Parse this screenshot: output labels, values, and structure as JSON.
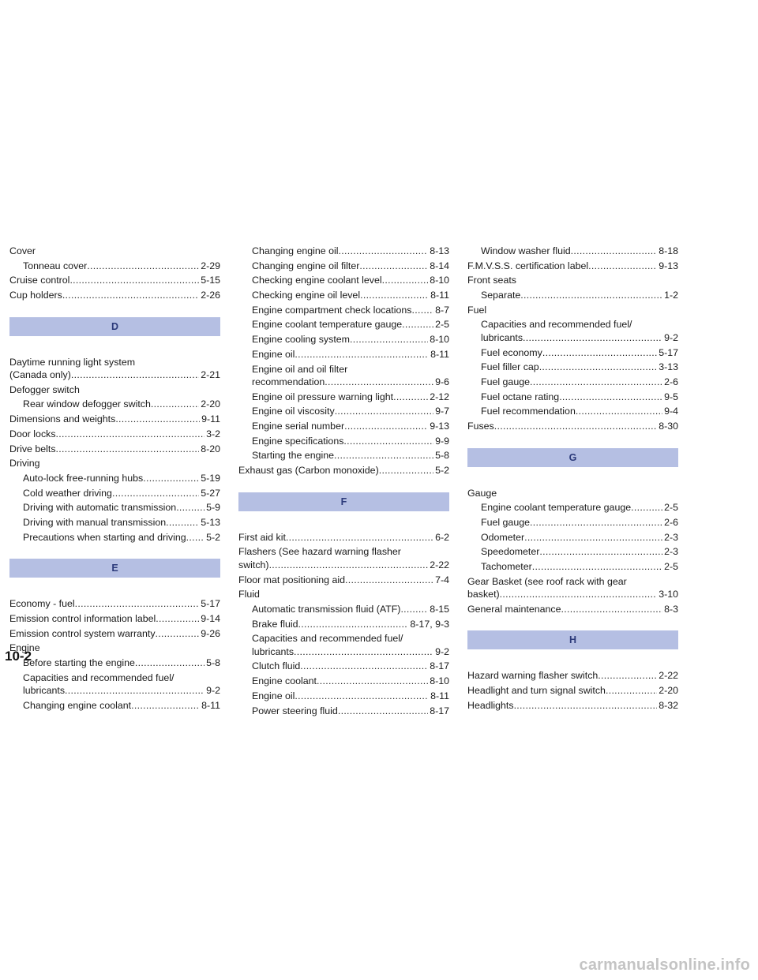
{
  "page_number": "10-2",
  "watermark": "carmanualsonline.info",
  "colors": {
    "letter_bar": "#b5bfe3",
    "letter_text": "#2c3a7a"
  },
  "columns": [
    [
      {
        "t": "head",
        "text": "Cover"
      },
      {
        "t": "entry",
        "sub": true,
        "text": "Tonneau cover",
        "page": "2-29"
      },
      {
        "t": "entry",
        "text": "Cruise control",
        "page": "5-15"
      },
      {
        "t": "entry",
        "text": "Cup holders",
        "page": "2-26"
      },
      {
        "t": "letter",
        "text": "D"
      },
      {
        "t": "entry",
        "text": "Daytime running light system (Canada only)",
        "l1": "Daytime running light system",
        "l2": "(Canada only)",
        "page": "2-21"
      },
      {
        "t": "head",
        "text": "Defogger switch"
      },
      {
        "t": "entry",
        "sub": true,
        "text": "Rear window defogger switch",
        "page": "2-20"
      },
      {
        "t": "entry",
        "text": "Dimensions and weights",
        "page": "9-11"
      },
      {
        "t": "entry",
        "text": "Door locks",
        "page": "3-2"
      },
      {
        "t": "entry",
        "text": "Drive belts",
        "page": "8-20"
      },
      {
        "t": "head",
        "text": "Driving"
      },
      {
        "t": "entry",
        "sub": true,
        "text": "Auto-lock free-running hubs",
        "page": "5-19"
      },
      {
        "t": "entry",
        "sub": true,
        "text": "Cold weather driving",
        "page": "5-27"
      },
      {
        "t": "entry",
        "sub": true,
        "text": "Driving with automatic transmission",
        "page": "5-9"
      },
      {
        "t": "entry",
        "sub": true,
        "text": "Driving with manual transmission",
        "page": "5-13"
      },
      {
        "t": "entry",
        "sub": true,
        "text": "Precautions when starting and driving",
        "page": "5-2"
      },
      {
        "t": "letter",
        "text": "E"
      },
      {
        "t": "entry",
        "text": "Economy - fuel",
        "page": "5-17"
      },
      {
        "t": "entry",
        "text": "Emission control information label",
        "page": "9-14"
      },
      {
        "t": "entry",
        "text": "Emission control system warranty",
        "page": "9-26"
      },
      {
        "t": "head",
        "text": "Engine"
      },
      {
        "t": "entry",
        "sub": true,
        "text": "Before starting the engine",
        "page": "5-8"
      },
      {
        "t": "entry",
        "sub": true,
        "text": "Capacities and recommended fuel/ lubricants",
        "l1": "Capacities and recommended fuel/",
        "l2": "lubricants",
        "page": "9-2"
      },
      {
        "t": "entry",
        "sub": true,
        "text": "Changing engine coolant",
        "page": "8-11"
      }
    ],
    [
      {
        "t": "entry",
        "sub": true,
        "text": "Changing engine oil",
        "page": "8-13"
      },
      {
        "t": "entry",
        "sub": true,
        "text": "Changing engine oil filter",
        "page": "8-14"
      },
      {
        "t": "entry",
        "sub": true,
        "text": "Checking engine coolant level",
        "page": "8-10"
      },
      {
        "t": "entry",
        "sub": true,
        "text": "Checking engine oil level",
        "page": "8-11"
      },
      {
        "t": "entry",
        "sub": true,
        "text": "Engine compartment check locations",
        "page": "8-7"
      },
      {
        "t": "entry",
        "sub": true,
        "text": "Engine coolant temperature gauge",
        "page": "2-5"
      },
      {
        "t": "entry",
        "sub": true,
        "text": "Engine cooling system",
        "page": "8-10"
      },
      {
        "t": "entry",
        "sub": true,
        "text": "Engine oil",
        "page": "8-11"
      },
      {
        "t": "entry",
        "sub": true,
        "text": "Engine oil and oil filter recommendation",
        "l1": "Engine oil and oil filter",
        "l2": "recommendation",
        "page": "9-6"
      },
      {
        "t": "entry",
        "sub": true,
        "text": "Engine oil pressure warning light",
        "page": "2-12"
      },
      {
        "t": "entry",
        "sub": true,
        "text": "Engine oil viscosity",
        "page": "9-7"
      },
      {
        "t": "entry",
        "sub": true,
        "text": "Engine serial number",
        "page": "9-13"
      },
      {
        "t": "entry",
        "sub": true,
        "text": "Engine specifications",
        "page": "9-9"
      },
      {
        "t": "entry",
        "sub": true,
        "text": "Starting the engine",
        "page": "5-8"
      },
      {
        "t": "entry",
        "text": "Exhaust gas (Carbon monoxide)",
        "page": "5-2"
      },
      {
        "t": "letter",
        "text": "F"
      },
      {
        "t": "entry",
        "text": "First aid kit",
        "page": "6-2"
      },
      {
        "t": "entry",
        "text": "Flashers (See hazard warning flasher switch)",
        "l1": "Flashers (See hazard warning flasher",
        "l2": "switch)",
        "page": "2-22"
      },
      {
        "t": "entry",
        "text": "Floor mat positioning aid",
        "page": "7-4"
      },
      {
        "t": "head",
        "text": "Fluid"
      },
      {
        "t": "entry",
        "sub": true,
        "text": "Automatic transmission fluid (ATF)",
        "page": "8-15"
      },
      {
        "t": "entry",
        "sub": true,
        "text": "Brake fluid",
        "page": "8-17, 9-3"
      },
      {
        "t": "entry",
        "sub": true,
        "text": "Capacities and recommended fuel/ lubricants",
        "l1": "Capacities and recommended fuel/",
        "l2": "lubricants",
        "page": "9-2"
      },
      {
        "t": "entry",
        "sub": true,
        "text": "Clutch fluid",
        "page": "8-17"
      },
      {
        "t": "entry",
        "sub": true,
        "text": "Engine coolant",
        "page": "8-10"
      },
      {
        "t": "entry",
        "sub": true,
        "text": "Engine oil",
        "page": "8-11"
      },
      {
        "t": "entry",
        "sub": true,
        "text": "Power steering fluid",
        "page": "8-17"
      }
    ],
    [
      {
        "t": "entry",
        "sub": true,
        "text": "Window washer fluid",
        "page": "8-18"
      },
      {
        "t": "entry",
        "text": "F.M.V.S.S. certification label",
        "page": "9-13"
      },
      {
        "t": "head",
        "text": "Front seats"
      },
      {
        "t": "entry",
        "sub": true,
        "text": "Separate",
        "page": "1-2"
      },
      {
        "t": "head",
        "text": "Fuel"
      },
      {
        "t": "entry",
        "sub": true,
        "text": "Capacities and recommended fuel/ lubricants",
        "l1": "Capacities and recommended fuel/",
        "l2": "lubricants",
        "page": "9-2"
      },
      {
        "t": "entry",
        "sub": true,
        "text": "Fuel economy",
        "page": "5-17"
      },
      {
        "t": "entry",
        "sub": true,
        "text": "Fuel filler cap",
        "page": "3-13"
      },
      {
        "t": "entry",
        "sub": true,
        "text": "Fuel gauge",
        "page": "2-6"
      },
      {
        "t": "entry",
        "sub": true,
        "text": "Fuel octane rating",
        "page": "9-5"
      },
      {
        "t": "entry",
        "sub": true,
        "text": "Fuel recommendation",
        "page": "9-4"
      },
      {
        "t": "entry",
        "text": "Fuses",
        "page": "8-30"
      },
      {
        "t": "letter",
        "text": "G"
      },
      {
        "t": "head",
        "text": "Gauge"
      },
      {
        "t": "entry",
        "sub": true,
        "text": "Engine coolant temperature gauge",
        "page": "2-5"
      },
      {
        "t": "entry",
        "sub": true,
        "text": "Fuel gauge",
        "page": "2-6"
      },
      {
        "t": "entry",
        "sub": true,
        "text": "Odometer",
        "page": "2-3"
      },
      {
        "t": "entry",
        "sub": true,
        "text": "Speedometer",
        "page": "2-3"
      },
      {
        "t": "entry",
        "sub": true,
        "text": "Tachometer",
        "page": "2-5"
      },
      {
        "t": "entry",
        "text": "Gear Basket (see roof rack with gear basket)",
        "l1": "Gear Basket (see roof rack with gear",
        "l2": "basket)",
        "page": "3-10"
      },
      {
        "t": "entry",
        "text": "General maintenance",
        "page": "8-3"
      },
      {
        "t": "letter",
        "text": "H"
      },
      {
        "t": "entry",
        "text": "Hazard warning flasher switch",
        "page": "2-22"
      },
      {
        "t": "entry",
        "text": "Headlight and turn signal switch",
        "page": "2-20"
      },
      {
        "t": "entry",
        "text": "Headlights",
        "page": "8-32"
      }
    ]
  ]
}
